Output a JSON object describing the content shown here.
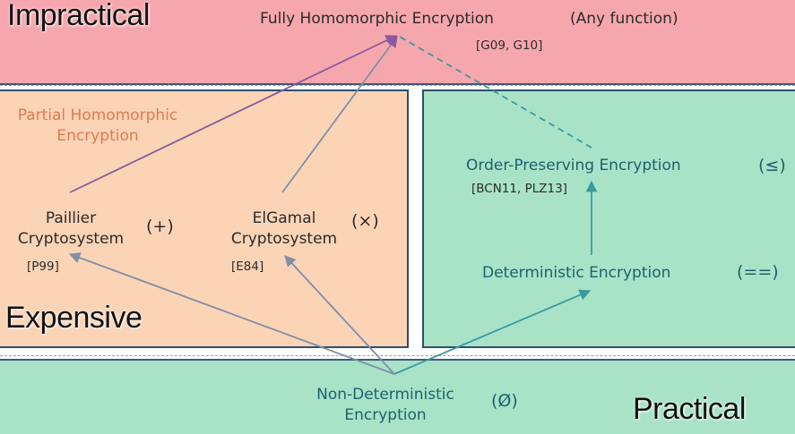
{
  "tiers": {
    "impractical": "Impractical",
    "expensive": "Expensive",
    "practical": "Practical"
  },
  "nodes": {
    "fhe": {
      "label": "Fully Homomorphic Encryption",
      "op": "(Any function)",
      "cite": "[G09, G10]"
    },
    "phe_group": {
      "label_line1": "Partial Homomorphic",
      "label_line2": "Encryption"
    },
    "paillier": {
      "line1": "Paillier",
      "line2": "Cryptosystem",
      "op": "(+)",
      "cite": "[P99]"
    },
    "elgamal": {
      "line1": "ElGamal",
      "line2": "Cryptosystem",
      "op": "(×)",
      "cite": "[E84]"
    },
    "ope": {
      "label": "Order-Preserving Encryption",
      "op": "(≤)",
      "cite": "[BCN11, PLZ13]"
    },
    "det": {
      "label": "Deterministic Encryption",
      "op": "(==)"
    },
    "nondet": {
      "line1": "Non-Deterministic",
      "line2": "Encryption",
      "op": "(Ø)"
    }
  },
  "colors": {
    "impractical_band": "#f6a7ad",
    "expensive_panel": "#fbd4b6",
    "practical_band": "#a9e3c7",
    "border": "#2f4d6b",
    "arrow_gray": "#7f8fa6",
    "arrow_purple": "#8a5a9c",
    "arrow_teal": "#3a9aa0",
    "phe_label": "#e3794f"
  }
}
